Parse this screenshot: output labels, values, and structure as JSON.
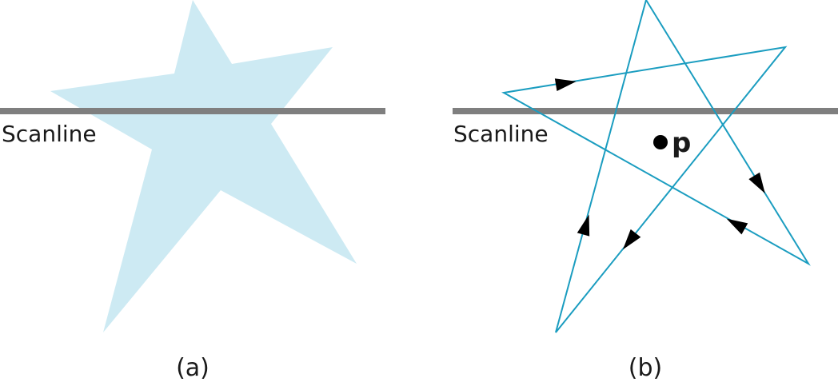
{
  "colors": {
    "fill": "#cdeaf3",
    "edge": "#1b9dc0",
    "scanline": "#7f7f7f",
    "arrow": "#000000",
    "text": "#1a1a1a"
  },
  "panel_a": {
    "scanline_label": "Scanline",
    "caption": "(a)"
  },
  "panel_b": {
    "scanline_label": "Scanline",
    "caption": "(b)",
    "point_label": "p"
  }
}
